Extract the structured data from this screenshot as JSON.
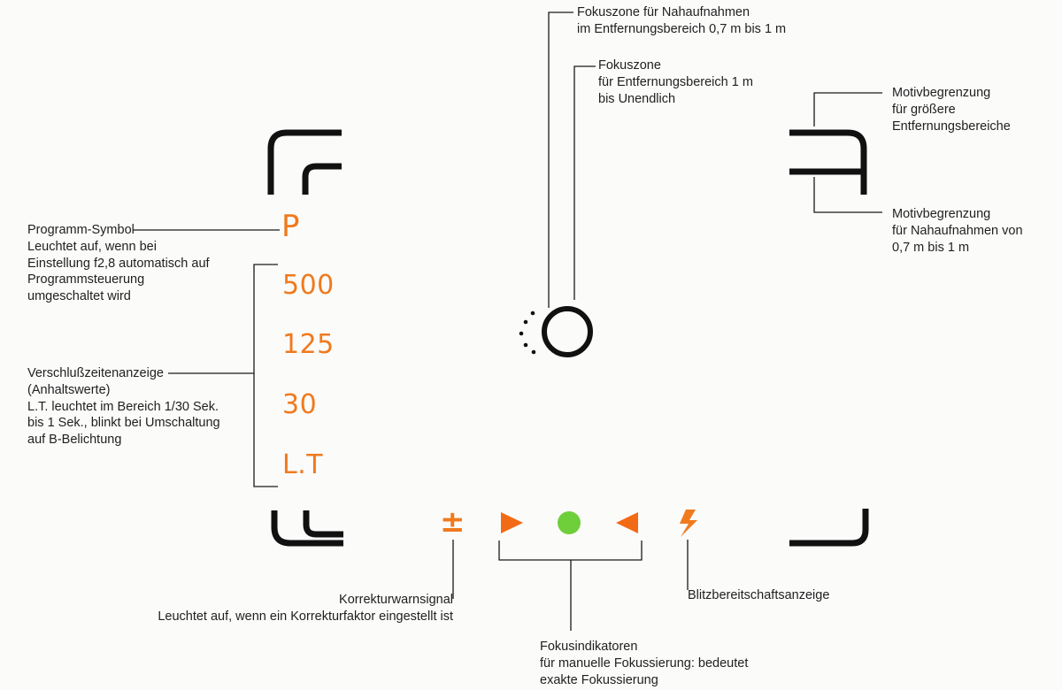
{
  "labels": {
    "near_focus_zone": {
      "lines": [
        "Fokuszone für Nahaufnahmen",
        "im Entfernungsbereich 0,7 m bis 1 m"
      ]
    },
    "far_focus_zone": {
      "lines": [
        "Fokuszone",
        "für Entfernungsbereich 1 m",
        "bis Unendlich"
      ]
    },
    "frame_far": {
      "lines": [
        "Motivbegrenzung",
        "für größere",
        "Entfernungsbereiche"
      ]
    },
    "frame_near": {
      "lines": [
        "Motivbegrenzung",
        "für Nahaufnahmen von",
        "0,7 m bis 1 m"
      ]
    },
    "program_symbol": {
      "lines": [
        "Programm-Symbol",
        "Leuchtet auf, wenn bei",
        "Einstellung f2,8 automatisch auf",
        "Programmsteuerung",
        "umgeschaltet wird"
      ]
    },
    "shutter_display": {
      "lines": [
        "Verschlußzeitenanzeige",
        "(Anhaltswerte)",
        "L.T. leuchtet im Bereich 1/30 Sek.",
        "bis 1 Sek., blinkt bei Umschaltung",
        "auf B-Belichtung"
      ]
    },
    "correction_warning": {
      "lines": [
        "Korrekturwarnsignal",
        "Leuchtet auf, wenn ein Korrekturfaktor eingestellt ist"
      ]
    },
    "flash_ready": {
      "lines": [
        "Blitzbereitschaftsanzeige"
      ]
    },
    "focus_indicators": {
      "lines": [
        "Fokusindikatoren",
        "für manuelle Fokussierung: bedeutet",
        "exakte Fokussierung"
      ]
    }
  },
  "indicators": {
    "program": "P",
    "shutter_speeds": [
      "500",
      "125",
      "30",
      "L.T"
    ],
    "correction": "±"
  },
  "colors": {
    "indicator_orange": "#f07a1e",
    "arrow_orange": "#f26a15",
    "focus_green": "#6fcf3a",
    "frame_black": "#111111",
    "line_black": "#1a1a1a"
  }
}
